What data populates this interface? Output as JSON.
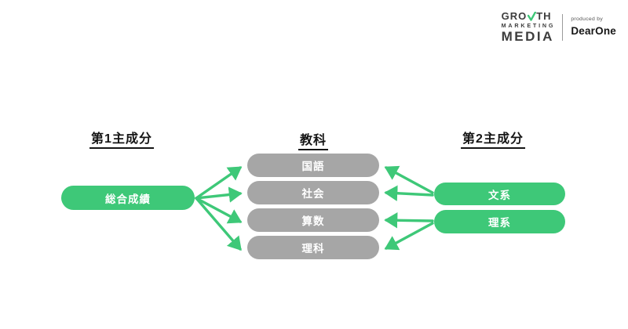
{
  "logo": {
    "brand": {
      "line1_pre": "GRO",
      "line1_post": "TH",
      "line2": "MARKETING",
      "line3": "MEDIA"
    },
    "produced_by": "produced by",
    "producer": "DearOne"
  },
  "colors": {
    "accent_green": "#3ec878",
    "node_gray": "#a6a6a6",
    "text_dark": "#151515"
  },
  "diagram": {
    "columns": [
      {
        "label": "第1主成分"
      },
      {
        "label": "教科"
      },
      {
        "label": "第2主成分"
      }
    ],
    "pc1_node": "総合成績",
    "subjects": [
      "国語",
      "社会",
      "算数",
      "理科"
    ],
    "pc2_nodes": [
      "文系",
      "理系"
    ],
    "edges": [
      {
        "from": "総合成績",
        "to": "国語"
      },
      {
        "from": "総合成績",
        "to": "社会"
      },
      {
        "from": "総合成績",
        "to": "算数"
      },
      {
        "from": "総合成績",
        "to": "理科"
      },
      {
        "from": "文系",
        "to": "国語"
      },
      {
        "from": "文系",
        "to": "社会"
      },
      {
        "from": "理系",
        "to": "算数"
      },
      {
        "from": "理系",
        "to": "理科"
      }
    ]
  }
}
